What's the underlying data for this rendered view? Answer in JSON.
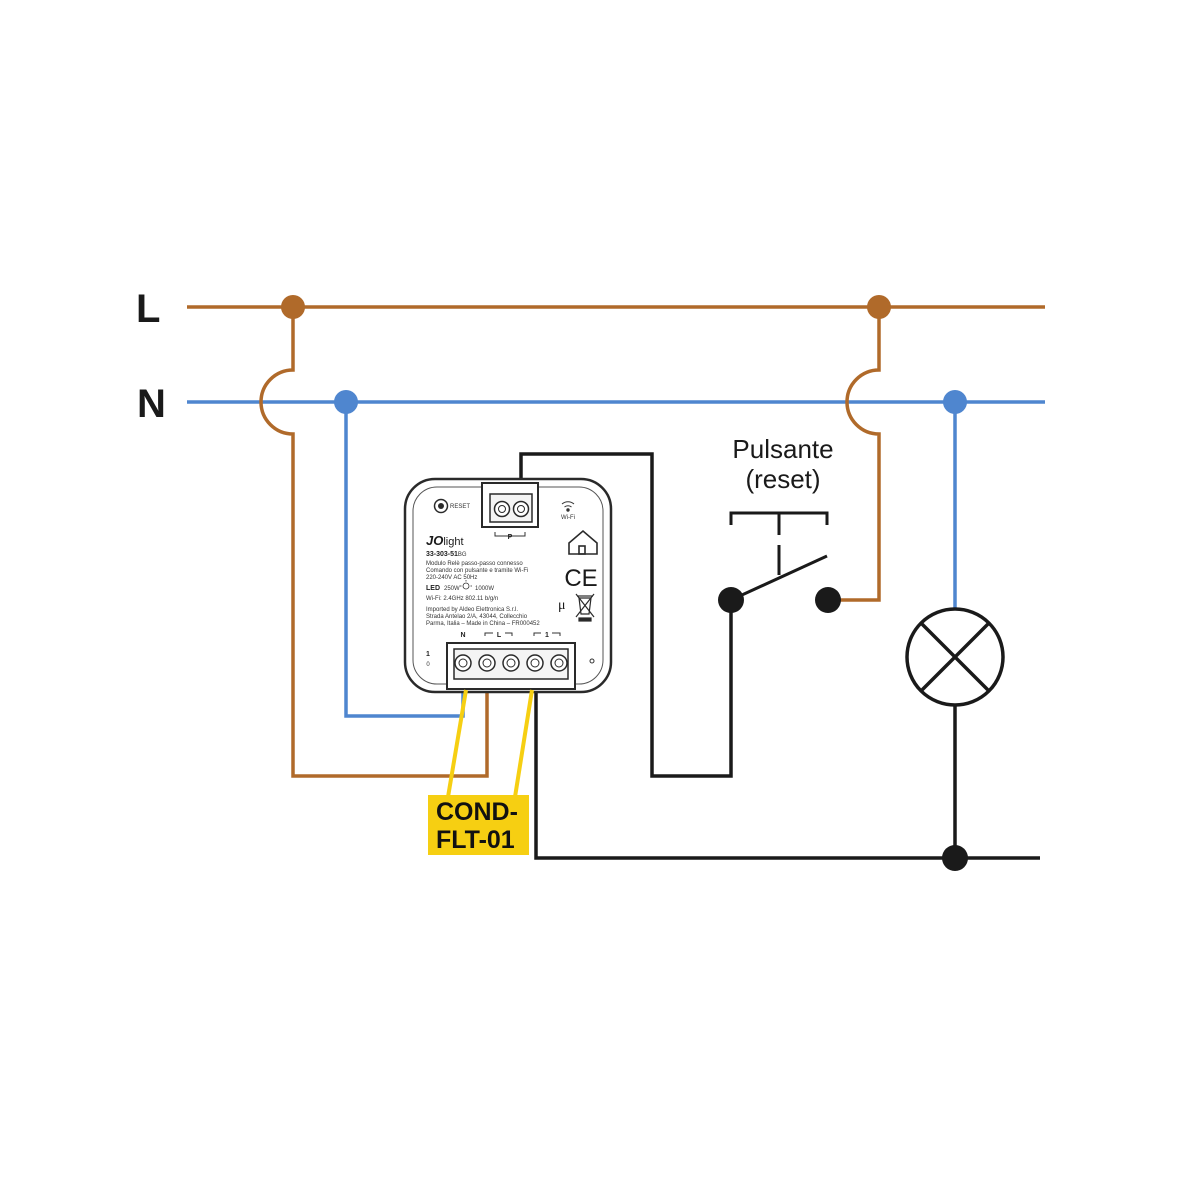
{
  "labels": {
    "line": "L",
    "neutral": "N",
    "pushbutton_line1": "Pulsante",
    "pushbutton_line2": "(reset)",
    "cond_line1": "COND-",
    "cond_line2": "FLT-01"
  },
  "module": {
    "reset": "RESET",
    "wifi": "Wi-Fi",
    "brand_jo": "JO",
    "brand_light": "light",
    "model": "33-303-51",
    "model_suffix": "BG",
    "desc_line1": "Modulo Relè passo-passo connesso",
    "desc_line2": "Comando con pulsante e tramite Wi-Fi",
    "desc_line3": "220-240V AC 50Hz",
    "led_label": "LED",
    "led_power": "250W",
    "incandescent_power": "1000W",
    "wifi_spec": "Wi-Fi: 2.4GHz 802.11 b/g/n",
    "importer_line1": "Imported by Aldeo Elettronica S.r.l.",
    "importer_line2": "Strada Antelao 2/A, 43044, Collecchio",
    "importer_line3": "Parma, Italia – Made in China – FR000452",
    "ce": "CE",
    "mu": "μ",
    "term_p": "P",
    "term_n": "N",
    "term_l": "L",
    "term_1": "1",
    "side_mark": "1",
    "side_mark2": "0"
  },
  "colors": {
    "line_wire": "#b06a2a",
    "neutral_wire": "#4f86cf",
    "control_wire": "#1a1a1a",
    "highlight": "#f6cf12",
    "module_outline": "#2a2a2a"
  },
  "icons": {
    "home": "home-icon",
    "wifi": "wifi-icon",
    "reset": "reset-button-icon",
    "lamp": "lamp-icon",
    "weee": "crossed-bin-icon"
  }
}
